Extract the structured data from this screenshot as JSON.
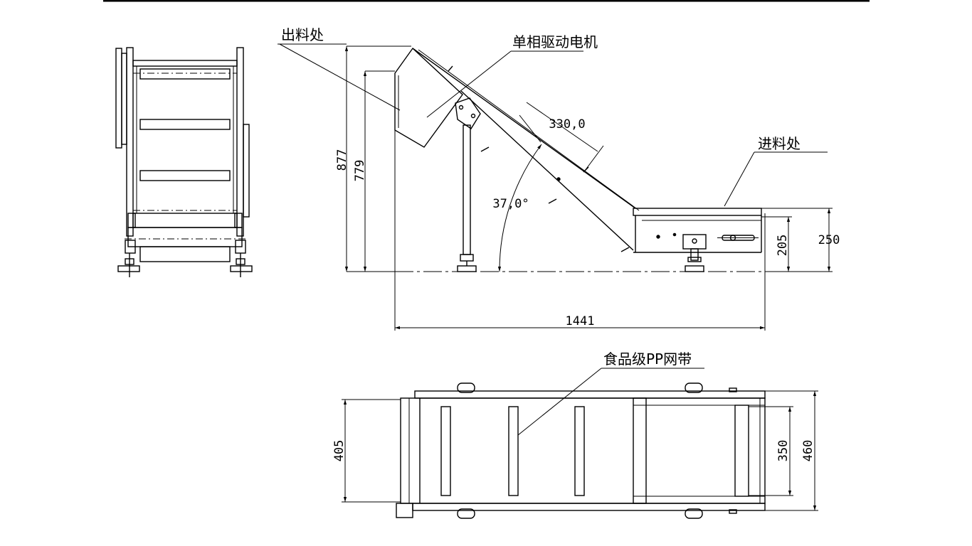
{
  "labels": {
    "discharge_point": "出料处",
    "drive_motor": "单相驱动电机",
    "feed_point": "进料处",
    "belt": "食品级PP网带"
  },
  "dimensions": {
    "overall_height": "877",
    "discharge_height": "779",
    "slat_spacing": "330,0",
    "incline_angle": "37,0°",
    "feed_height_inner": "205",
    "feed_height": "250",
    "overall_length": "1441",
    "frame_width": "405",
    "belt_width": "350",
    "overall_width": "460"
  },
  "colors": {
    "line": "#000000",
    "background": "#ffffff"
  }
}
